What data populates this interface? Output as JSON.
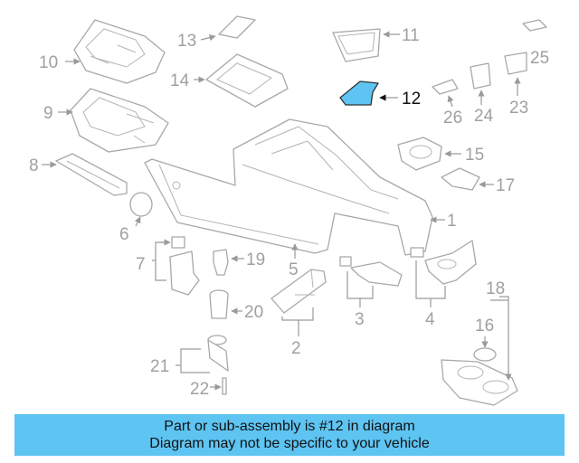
{
  "highlight_color": "#5ec4f2",
  "callouts": {
    "c1": "1",
    "c2": "2",
    "c3": "3",
    "c4": "4",
    "c5": "5",
    "c6": "6",
    "c7": "7",
    "c8": "8",
    "c9": "9",
    "c10": "10",
    "c11": "11",
    "c12": "12",
    "c13": "13",
    "c14": "14",
    "c15": "15",
    "c16": "16",
    "c17": "17",
    "c18": "18",
    "c19": "19",
    "c20": "20",
    "c21": "21",
    "c22": "22",
    "c23": "23",
    "c24": "24",
    "c25": "25",
    "c26": "26"
  },
  "banner": {
    "line1": "Part or sub-assembly is #12 in diagram",
    "line2": "Diagram may not be specific to your vehicle"
  }
}
